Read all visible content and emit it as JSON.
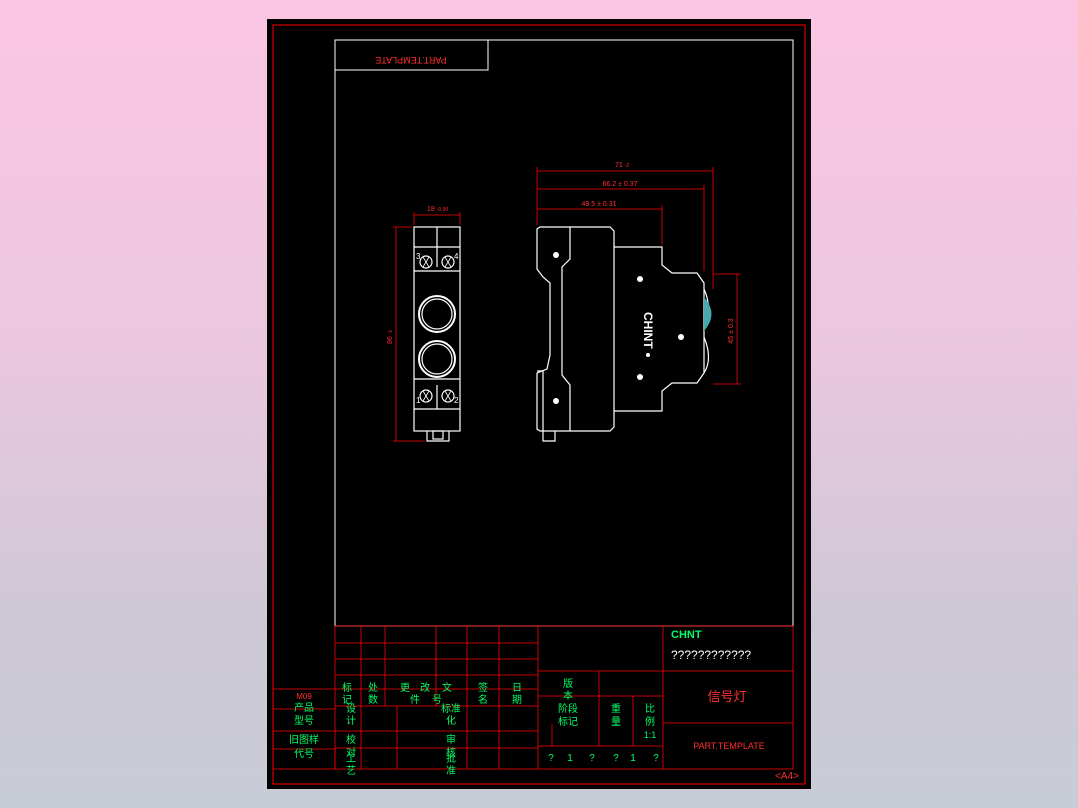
{
  "top_label": "PART.TEMPLATE",
  "front_view": {
    "width_dim": "18 ",
    "width_dim_tol": "-0.00",
    "height_dim": "86 ",
    "height_dim_tol": "-1",
    "terminals_top": [
      "3",
      "4"
    ],
    "terminals_bottom": [
      "1",
      "2"
    ]
  },
  "side_view": {
    "dim_overall": "71 ",
    "dim_overall_tol": "-2",
    "dim_mid": "66.2 ± 0.37",
    "dim_short": "49.5 ± 0.31",
    "dim_right": "45 ± 0.3",
    "brand_text": "CHINT"
  },
  "title_block": {
    "logo": "CHNT",
    "code": "????????????",
    "product_name": "信号灯",
    "part_template": "PART.TEMPLATE",
    "sheet_size": "<A4>",
    "left_labels": [
      "M09",
      "产品",
      "型号",
      "旧图样",
      "代号"
    ],
    "revision_headers": [
      "标",
      "记",
      "处",
      "数",
      "更",
      "改",
      "文",
      "件",
      "号",
      "签",
      "名",
      "日",
      "期"
    ],
    "role_labels": [
      "设",
      "计",
      "标准",
      "化",
      "校",
      "对",
      "审",
      "核",
      "工",
      "艺",
      "批",
      "准"
    ],
    "version_labels": [
      "版",
      "本",
      "阶段",
      "标记",
      "重",
      "量",
      "比",
      "例"
    ],
    "scale_value": "1:1",
    "bottom_row": [
      "?",
      "1",
      "?",
      "?",
      "1",
      "?"
    ]
  }
}
